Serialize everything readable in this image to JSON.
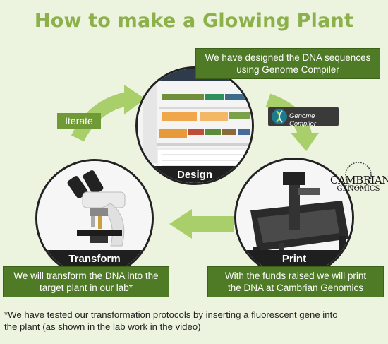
{
  "title": "How to make a Glowing Plant",
  "boxes": {
    "design_text_1": "We have designed the DNA sequences",
    "design_text_2": "using Genome Compiler",
    "transform_text_1": "We will transform the DNA into the",
    "transform_text_2": "target plant in our lab*",
    "print_text_1": "With the funds raised we will print",
    "print_text_2": "the DNA at Cambrian Genomics"
  },
  "iterate_label": "Iterate",
  "steps": {
    "design": "Design",
    "print": "Print",
    "transform": "Transform"
  },
  "logos": {
    "genome_compiler": "Genome Compiler",
    "cambrian_1": "CAMBRIAN",
    "cambrian_2": "GENOMICS"
  },
  "footnote_1": "*We have tested our transformation protocols by inserting a fluorescent gene into",
  "footnote_2": "the plant (as shown in the lab work in the video)",
  "colors": {
    "title": "#8cb04a",
    "box": "#4f7a26",
    "arrow": "#a9cf6a",
    "background": "#ecf3df"
  }
}
